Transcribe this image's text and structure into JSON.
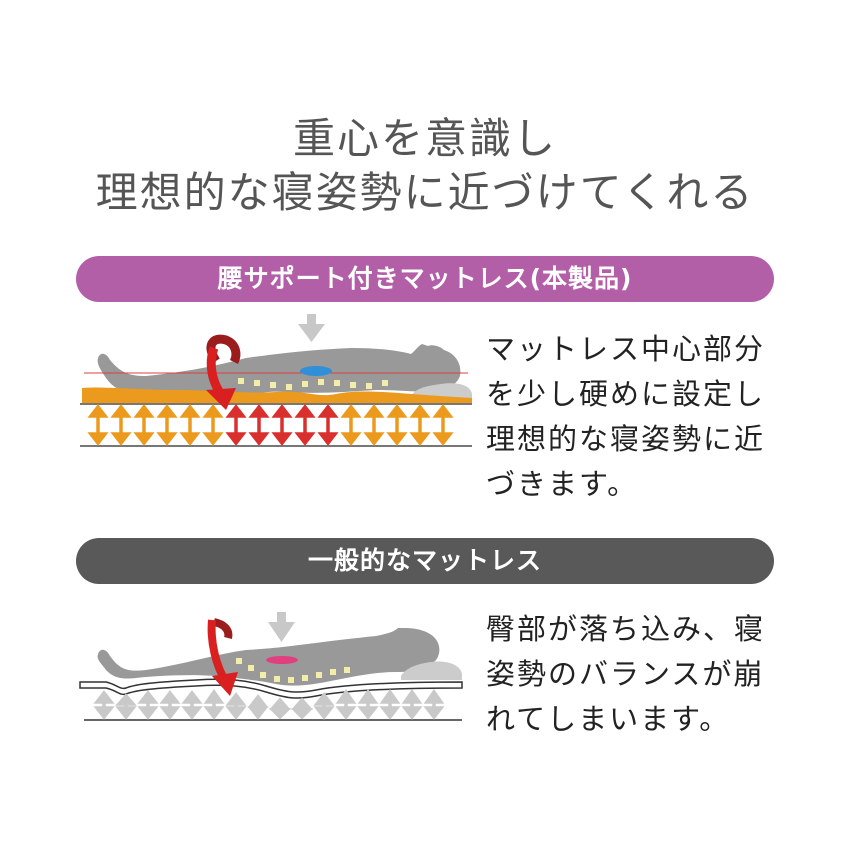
{
  "headline": {
    "line1": "重心を意識し",
    "line2": "理想的な寝姿勢に近づけてくれる",
    "color": "#555555"
  },
  "sections": [
    {
      "band_label": "腰サポート付きマットレス(本製品)",
      "band_color": "#b35fa8",
      "diagram": {
        "icon": "body-on-supportive-mattress-illustration",
        "pressure_arrow_icon": "down-arrow-icon",
        "rotation_arrow_icon": "red-curved-arrow-icon",
        "lumbar_highlight_color": "#2f8fd8",
        "spring_arrow_colors": [
          "#eb9a1e",
          "#eb9a1e",
          "#eb9a1e",
          "#eb9a1e",
          "#eb9a1e",
          "#eb9a1e",
          "#d9302e",
          "#d9302e",
          "#d9302e",
          "#d9302e",
          "#d9302e",
          "#eb9a1e",
          "#eb9a1e",
          "#eb9a1e",
          "#eb9a1e",
          "#eb9a1e"
        ]
      },
      "description_lines": [
        "マットレス中心部分",
        "を少し硬めに設定し",
        "理想的な寝姿勢に近",
        "づきます。"
      ]
    },
    {
      "band_label": "一般的なマットレス",
      "band_color": "#595959",
      "diagram": {
        "icon": "body-sinking-in-mattress-illustration",
        "pressure_arrow_icon": "down-arrow-icon",
        "rotation_arrow_icon": "red-curved-arrow-icon",
        "lumbar_highlight_color": "#e0407f",
        "spring_arrow_color": "#c9c9c9"
      },
      "description_lines": [
        "臀部が落ち込み、寝",
        "姿勢のバランスが崩",
        "れてしまいます。"
      ]
    }
  ]
}
